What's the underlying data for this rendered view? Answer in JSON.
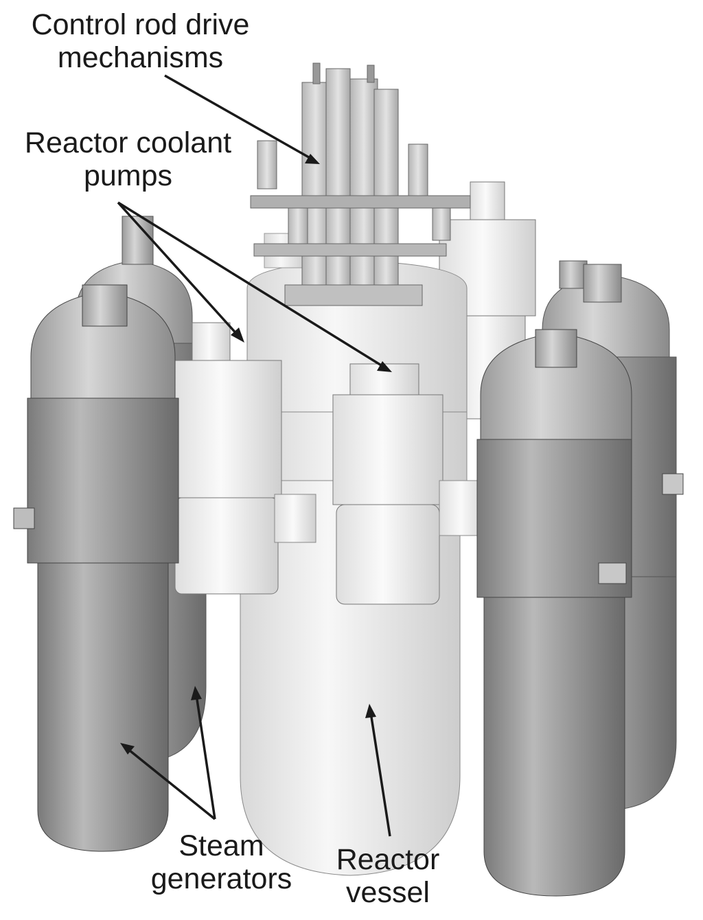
{
  "labels": {
    "control_rod_drive": {
      "line1": "Control rod drive",
      "line2": "mechanisms"
    },
    "reactor_coolant_pumps": {
      "line1": "Reactor coolant",
      "line2": "pumps"
    },
    "steam_generators": {
      "line1": "Steam",
      "line2": "generators"
    },
    "reactor_vessel": {
      "line1": "Reactor",
      "line2": "vessel"
    }
  },
  "colors": {
    "background": "#ffffff",
    "text": "#1a1a1a",
    "arrow": "#1a1a1a",
    "steam_generator_dark": "#6e6e6e",
    "steam_generator_mid": "#a6a6a6",
    "steam_generator_light": "#cfcfcf",
    "vessel_light": "#f4f4f4",
    "vessel_shade": "#d2d2d2"
  }
}
